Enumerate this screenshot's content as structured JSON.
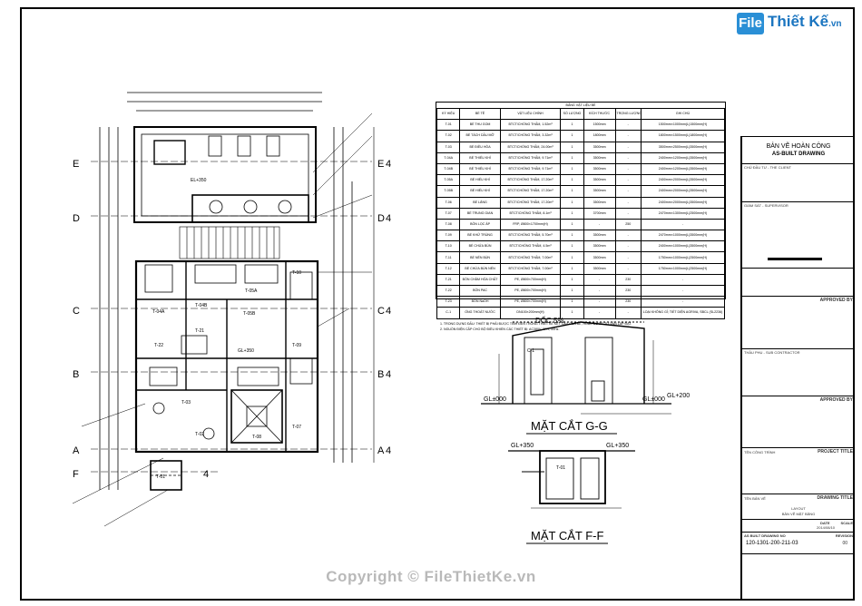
{
  "logo": {
    "text": "Thiết Kế",
    "badge": "File",
    "suffix": ".vn"
  },
  "watermark": "Copyright © FileThietKe.vn",
  "plan": {
    "rooms": [
      "T-01",
      "T-02",
      "T-03",
      "T-04A",
      "T-04B",
      "T-05A",
      "T-05B",
      "T-07",
      "T-08",
      "T-09",
      "T-10",
      "T-21",
      "T-22",
      "T-01"
    ],
    "levels": [
      "EL+350",
      "GL+350"
    ],
    "axes_left": [
      "E",
      "D",
      "C",
      "B",
      "A",
      "F"
    ],
    "axes_right": [
      "E",
      "D",
      "C",
      "B",
      "A"
    ],
    "axis_suffix": "4"
  },
  "sections": {
    "gg_title": "MẶT CẮT G-G",
    "ff_title": "MẶT CẮT F-F",
    "slope": "DỐC 5%",
    "gl000": "GL±000",
    "gl200": "GL+200",
    "gl350a": "GL+350",
    "gl350b": "GL+350",
    "c1": "C-1",
    "t01": "T-01"
  },
  "material_table": {
    "caption": "BẢNG VẬT LIỆU BỂ",
    "headers": [
      "KÝ HIỆU",
      "BỂ TÊ",
      "VẬT LIỆU CHÍNH",
      "SỐ LƯỢNG",
      "KÍCH THƯỚC",
      "TRỌNG LƯỢNG (T)",
      "GHI CHÚ"
    ],
    "rows": [
      [
        "T-01",
        "BỂ THU GOM",
        "BTCT/CHỐNG THẤM, 1.52m³",
        "1",
        "1500mm",
        "-",
        "1500mm×1000mm(L)1500mm(H)"
      ],
      [
        "T-02",
        "BỂ TÁCH DẦU MỠ",
        "BTCT/CHỐNG THẤM, 3.32m³",
        "1",
        "1800mm",
        "-",
        "1800mm×1500mm(L)1800mm(H)"
      ],
      [
        "T-03",
        "BỂ ĐIỀU HÒA",
        "BTCT/CHỐNG THẤM, 24.00m³",
        "1",
        "3500mm",
        "-",
        "3500mm×2500mm(L)3500mm(H)"
      ],
      [
        "T-04A",
        "BỂ THIẾU KHÍ",
        "BTCT/CHỐNG THẤM, 9.71m³",
        "1",
        "3500mm",
        "-",
        "2400mm×1200mm(L)3500mm(H)"
      ],
      [
        "T-04B",
        "BỂ THIẾU KHÍ",
        "BTCT/CHỐNG THẤM, 9.71m³",
        "1",
        "3500mm",
        "-",
        "2400mm×1200mm(L)3500mm(H)"
      ],
      [
        "T-05A",
        "BỂ HIẾU KHÍ",
        "BTCT/CHỐNG THẤM, 17.20m³",
        "1",
        "3500mm",
        "-",
        "2400mm×2000mm(L)3500mm(H)"
      ],
      [
        "T-05B",
        "BỂ HIẾU KHÍ",
        "BTCT/CHỐNG THẤM, 17.20m³",
        "1",
        "3500mm",
        "-",
        "2400mm×2000mm(L)3500mm(H)"
      ],
      [
        "T-06",
        "BỂ LẮNG",
        "BTCT/CHỐNG THẤM, 17.20m³",
        "1",
        "3500mm",
        "-",
        "2400mm×2000mm(L)3500mm(H)"
      ],
      [
        "T-07",
        "BỂ TRUNG GIAN",
        "BTCT/CHỐNG THẤM, 8.1m³",
        "1",
        "3700mm",
        "-",
        "2470mm×1300mm(L)2500mm(H)"
      ],
      [
        "T-08",
        "BỒN LỌC ÁP",
        "FRP, Ø800×1700mm(H)",
        "1",
        "-",
        "250",
        "-"
      ],
      [
        "T-09",
        "BỂ KHỬ TRÙNG",
        "BTCT/CHỐNG THẤM, 5.70m³",
        "1",
        "3500mm",
        "-",
        "2470mm×1000mm(L)3500mm(H)"
      ],
      [
        "T-10",
        "BỂ CHỨA BÙN",
        "BTCT/CHỐNG THẤM, 4.5m³",
        "1",
        "3500mm",
        "-",
        "2400mm×1000mm(L)3500mm(H)"
      ],
      [
        "T-11",
        "BỂ NÉN BÙN",
        "BTCT/CHỐNG THẤM, 7.00m³",
        "1",
        "3500mm",
        "-",
        "1750mm×1000mm(L)2500mm(H)"
      ],
      [
        "T-12",
        "BỂ CHỨA BÙN NÉN",
        "BTCT/CHỐNG THẤM, 7.00m³",
        "1",
        "3500mm",
        "-",
        "1750mm×1000mm(L)2500mm(H)"
      ],
      [
        "T-21",
        "BỒN CHÂM HÓA CHẤT",
        "PE, Ø800×700mm(H)",
        "1",
        "-",
        "230",
        "-"
      ],
      [
        "T-22",
        "BỒN PAC",
        "PE, Ø800×700mm(H)",
        "1",
        "-",
        "230",
        "-"
      ],
      [
        "T-23",
        "BỒN NaOH",
        "PE, Ø800×700mm(H)",
        "1",
        "-",
        "230",
        "-"
      ],
      [
        "C-1",
        "ỐNG THOÁT NƯỚC",
        "DN100×200mm(H)",
        "1",
        "-",
        "-",
        "LOẠI KHÔNG GỈ; TIẾT DIỆN AGRIVA, SBCL (SL2236)"
      ]
    ],
    "notes": [
      "1. TRONG DỰNG ĐẤU: THIẾT BỊ PHẢI ĐƯỢC TÍNH ĐẾN TRONG THIẾT KẾ KẾT CẤU CỦA BỂ, HOẶC ĐƯỢC TƯ VẤN LẮP ĐẶT.",
      "2. NGUỒN ĐIỆN CẤP CHO BỘ ĐIỀU KHIỂN CÁC THIẾT BỊ: AC380V, 3PH, 50Hz."
    ]
  },
  "title_block": {
    "title": "BẢN VẼ HOÀN CÔNG",
    "subtitle": "AS-BUILT DRAWING",
    "client": "CHỦ ĐẦU TƯ - THE CLIENT",
    "supervisor": "GIÁM SÁT - SUPERVISOR",
    "approved": "APPROVED BY",
    "contractor": "THẦU PHỤ - SUB CONTRACTOR",
    "approved2": "APPROVED BY",
    "project_label": "TÊN CÔNG TRÌNH",
    "project_title": "PROJECT TITLE",
    "drawing_label": "TÊN BẢN VẼ",
    "drawing_title": "DRAWING TITLE",
    "drawing_name1": "LAYOUT",
    "drawing_name2": "BẢN VẼ MẶT BẰNG",
    "date_label": "DATE",
    "date_value": "2014/08/10",
    "scale_label": "SCALE",
    "drawing_no_label": "AS BUILT DRAWING NO",
    "drawing_no": "120-1301-200-211-03",
    "revision_label": "REVISION",
    "revision": "00"
  },
  "colors": {
    "line": "#000000",
    "logo": "#1b75c0",
    "watermark": "#b9b9b9"
  }
}
